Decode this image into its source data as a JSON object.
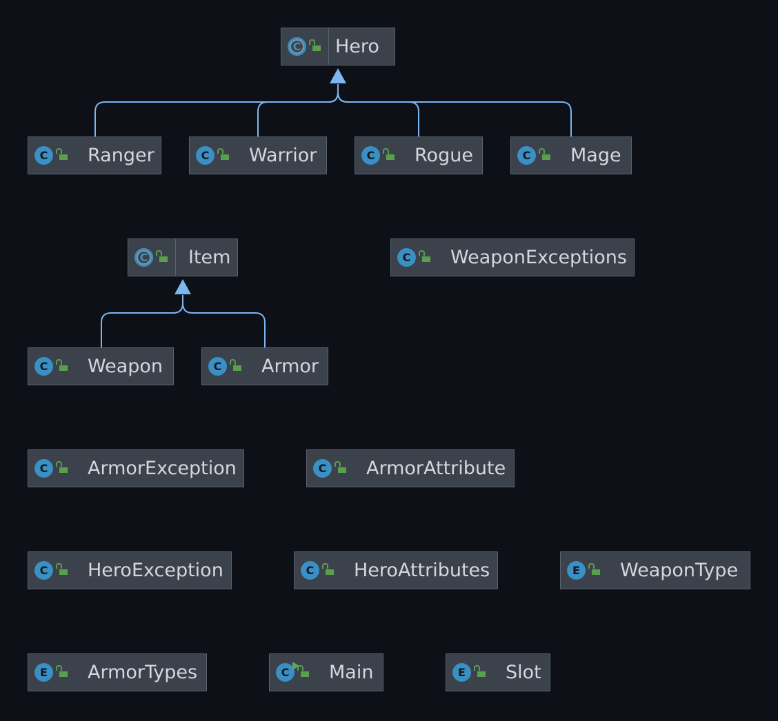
{
  "colors": {
    "background": "#0d1017",
    "node_fill": "#3b424c",
    "node_border": "#5c636c",
    "edge": "#7eb6f0",
    "class_icon": "#3a8fc4",
    "access_icon": "#5aa04b"
  },
  "nodes": [
    {
      "id": "hero",
      "label": "Hero",
      "kind": "abstract-class",
      "icon_letter": "C"
    },
    {
      "id": "ranger",
      "label": "Ranger",
      "kind": "class",
      "icon_letter": "C"
    },
    {
      "id": "warrior",
      "label": "Warrior",
      "kind": "class",
      "icon_letter": "C"
    },
    {
      "id": "rogue",
      "label": "Rogue",
      "kind": "class",
      "icon_letter": "C"
    },
    {
      "id": "mage",
      "label": "Mage",
      "kind": "class",
      "icon_letter": "C"
    },
    {
      "id": "item",
      "label": "Item",
      "kind": "abstract-class",
      "icon_letter": "C"
    },
    {
      "id": "weaponexceptions",
      "label": "WeaponExceptions",
      "kind": "class",
      "icon_letter": "C"
    },
    {
      "id": "weapon",
      "label": "Weapon",
      "kind": "class",
      "icon_letter": "C"
    },
    {
      "id": "armor",
      "label": "Armor",
      "kind": "class",
      "icon_letter": "C"
    },
    {
      "id": "armorexception",
      "label": "ArmorException",
      "kind": "class",
      "icon_letter": "C"
    },
    {
      "id": "armorattribute",
      "label": "ArmorAttribute",
      "kind": "class",
      "icon_letter": "C"
    },
    {
      "id": "heroexception",
      "label": "HeroException",
      "kind": "class",
      "icon_letter": "C"
    },
    {
      "id": "heroattributes",
      "label": "HeroAttributes",
      "kind": "class",
      "icon_letter": "C"
    },
    {
      "id": "weapontype",
      "label": "WeaponType",
      "kind": "enum",
      "icon_letter": "E"
    },
    {
      "id": "armortypes",
      "label": "ArmorTypes",
      "kind": "enum",
      "icon_letter": "E"
    },
    {
      "id": "main",
      "label": "Main",
      "kind": "runnable-class",
      "icon_letter": "C"
    },
    {
      "id": "slot",
      "label": "Slot",
      "kind": "enum",
      "icon_letter": "E"
    }
  ],
  "edges": [
    {
      "from": "ranger",
      "to": "hero",
      "type": "extends"
    },
    {
      "from": "warrior",
      "to": "hero",
      "type": "extends"
    },
    {
      "from": "rogue",
      "to": "hero",
      "type": "extends"
    },
    {
      "from": "mage",
      "to": "hero",
      "type": "extends"
    },
    {
      "from": "weapon",
      "to": "item",
      "type": "extends"
    },
    {
      "from": "armor",
      "to": "item",
      "type": "extends"
    }
  ]
}
